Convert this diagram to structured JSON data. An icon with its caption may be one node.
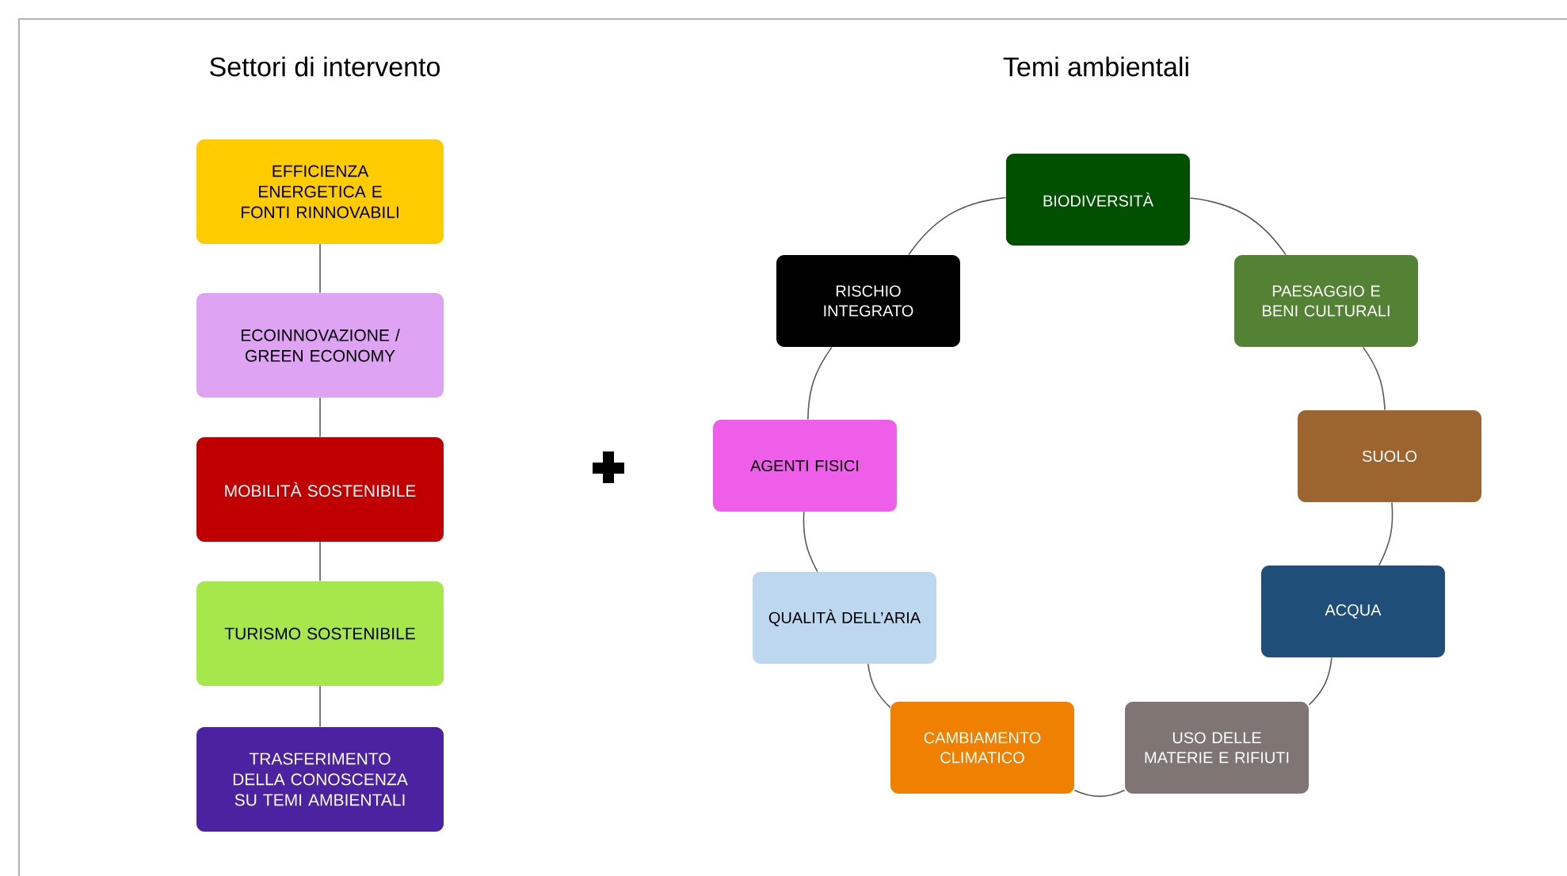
{
  "diagram": {
    "nodes": [
      {
        "text": [
          "EFFICIENZA ENERGETICA E FONTI RINNOVABILI"
        ]
      },
      {
        "text": [
          "ECOINNOVAZIONE / GREEN ECONOMY"
        ]
      },
      {
        "text": [
          "MOBILITÀ SOSTENIBILE"
        ]
      },
      {
        "text": [
          "TURISMO SOSTENIBILE"
        ]
      },
      {
        "text": [
          "TRASFERIMENTO DELLA CONOSCENZA SU TEMI AMBIENTALI"
        ]
      },
      {
        "text": [
          "BIODIVERSITÀ"
        ]
      },
      {
        "text": [
          "PAESAGGIO E BENI CULTURALI"
        ]
      },
      {
        "text": [
          "SUOLO"
        ]
      },
      {
        "text": [
          "ACQUA"
        ]
      },
      {
        "text": [
          "USO DELLE MATERIE E RIFIUTI"
        ]
      },
      {
        "text": [
          "CAMBIAMENTO CLIMATICO"
        ]
      },
      {
        "text": [
          "QUALITÀ DELL’ARIA"
        ]
      },
      {
        "text": [
          "AGENTI FISICI"
        ]
      },
      {
        "text": [
          "RISCHIO INTEGRATO"
        ]
      }
    ],
    "edges": [
      {
        "from": 0,
        "to": 1,
        "arrow": "none"
      },
      {
        "from": 1,
        "to": 2,
        "arrow": "none"
      },
      {
        "from": 2,
        "to": 3,
        "arrow": "none"
      },
      {
        "from": 3,
        "to": 4,
        "arrow": "none"
      },
      {
        "from": 5,
        "to": 6,
        "arrow": "none"
      },
      {
        "from": 6,
        "to": 7,
        "arrow": "none"
      },
      {
        "from": 7,
        "to": 8,
        "arrow": "none"
      },
      {
        "from": 8,
        "to": 9,
        "arrow": "none"
      },
      {
        "from": 9,
        "to": 10,
        "arrow": "none"
      },
      {
        "from": 10,
        "to": 11,
        "arrow": "none"
      },
      {
        "from": 11,
        "to": 12,
        "arrow": "none"
      },
      {
        "from": 12,
        "to": 13,
        "arrow": "none"
      },
      {
        "from": 13,
        "to": 5,
        "arrow": "none"
      }
    ],
    "labels": [
      "Settori di intervento",
      "Temi ambientali"
    ]
  }
}
